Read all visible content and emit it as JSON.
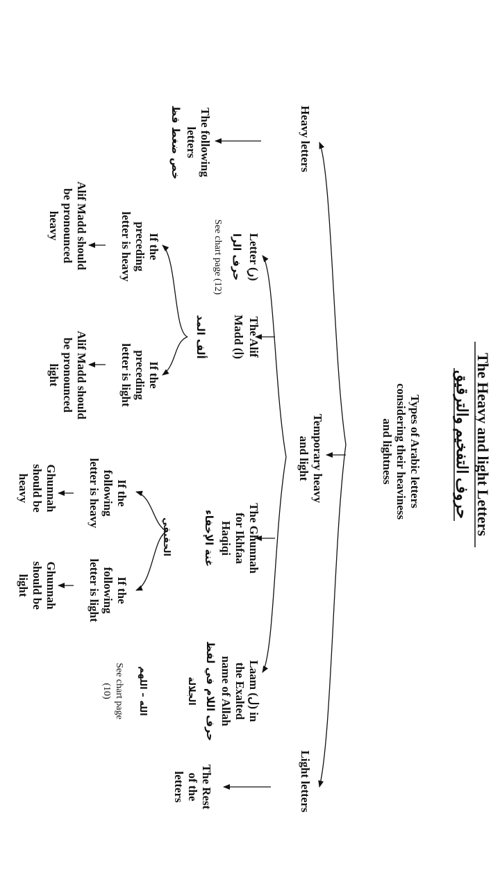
{
  "title": "The Heavy and light Letters",
  "title_ar": "حروف التفخيم والترقيق",
  "root": [
    "Types of Arabic letters",
    "considering their heaviness",
    "and lightness"
  ],
  "heavy": {
    "label": "Heavy letters",
    "desc": [
      "The following",
      "letters"
    ],
    "ar": "خص ضغط قظ"
  },
  "temporary": [
    "Temporary heavy",
    "and light"
  ],
  "light": {
    "label": "Light letters",
    "desc": [
      "The Rest",
      "of the",
      "letters"
    ]
  },
  "raa": {
    "label": "Letter (ر)",
    "ar": "حرف الرا",
    "note": "See chart page (12)"
  },
  "alif": {
    "label": [
      "The Alif",
      "Madd (ا)"
    ],
    "ar": "ألف المد",
    "heavy_cond": [
      "If the",
      "preceding",
      "letter is heavy"
    ],
    "heavy_result": [
      "Alif Madd should",
      "be pronounced",
      "heavy"
    ],
    "light_cond": [
      "If the",
      "preceding",
      "letter is light"
    ],
    "light_result": [
      "Alif Madd should",
      "be pronounced",
      "light"
    ]
  },
  "ghunnah": {
    "label": [
      "The Ghunnah",
      "for Ikhfaa",
      "Haqiqi"
    ],
    "ar": "غنة الإخفاء",
    "ar_small": "الحقيقي",
    "heavy_cond": [
      "If the",
      "following",
      "letter is heavy"
    ],
    "heavy_result": [
      "Ghunnah",
      "should be",
      "heavy"
    ],
    "light_cond": [
      "If the",
      "following",
      "letter is light"
    ],
    "light_result": [
      "Ghunnah",
      "should be",
      "light"
    ]
  },
  "laam": {
    "label": [
      "Laam (ل) in",
      "the Exalted",
      "name of Allah"
    ],
    "ar1": "حرف اللام في لفظ",
    "ar2": "الجلالة",
    "ar3": "الله – اللهم",
    "note": [
      "See chart page",
      "(10)"
    ]
  }
}
